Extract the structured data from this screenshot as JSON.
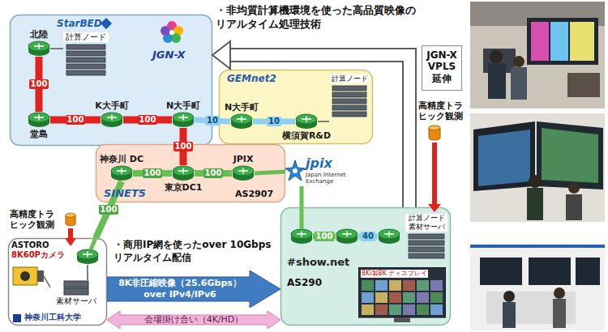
{
  "diagram": {
    "nodes": [
      {
        "text": [
          "JGN-X"
        ]
      },
      {
        "text": [
          "北陸"
        ],
        "in": 0
      },
      {
        "text": [
          "計算ノード"
        ],
        "in": 0
      },
      {
        "text": [
          "堂島"
        ],
        "in": 0
      },
      {
        "text": [
          "K大手町"
        ],
        "in": 0
      },
      {
        "text": [
          "N大手町"
        ],
        "in": 0
      },
      {
        "text": [
          "GEMnet2"
        ]
      },
      {
        "text": [
          "N大手町"
        ],
        "in": 6
      },
      {
        "text": [
          "横須賀R&D"
        ],
        "in": 6
      },
      {
        "text": [
          "計算ノード"
        ],
        "in": 6
      },
      {
        "text": [
          "SINET5",
          "AS2907"
        ]
      },
      {
        "text": [
          "神奈川 DC"
        ],
        "in": 10
      },
      {
        "text": [
          "東京DC1"
        ],
        "in": 10
      },
      {
        "text": [
          "JPIX"
        ],
        "in": 10
      },
      {
        "text": [
          "jpix",
          "Japan Internet Exchange"
        ]
      },
      {
        "text": [
          "#show.net",
          "AS290"
        ]
      },
      {
        "text": [
          "計算ノード",
          "素材サーバ"
        ],
        "in": 15
      },
      {
        "text": [
          "8Ki製8K ディスプレイ"
        ],
        "in": 15
      },
      {
        "text": [
          "ASTORO",
          "8K60Pカメラ",
          "神奈川工科大学"
        ]
      },
      {
        "text": [
          "素材サーバ"
        ],
        "in": 18
      },
      {
        "text": [
          "JGN-X VPLS 延伸"
        ]
      },
      {
        "text": [
          "8K非圧縮映像（25.6Gbps） over IPv4/IPv6"
        ]
      },
      {
        "text": [
          "会場掛け合い（4K/HD）"
        ]
      }
    ],
    "edges": [
      {
        "from": 1,
        "to": 3,
        "label": "100",
        "arrow": "none"
      },
      {
        "from": 1,
        "to": 2,
        "arrow": "none"
      },
      {
        "from": 3,
        "to": 4,
        "label": "100",
        "arrow": "none"
      },
      {
        "from": 4,
        "to": 5,
        "label": "100",
        "arrow": "none"
      },
      {
        "from": 5,
        "to": 7,
        "label": "10",
        "arrow": "none"
      },
      {
        "from": 7,
        "to": 8,
        "label": "10",
        "arrow": "none"
      },
      {
        "from": 8,
        "to": 9,
        "arrow": "none"
      },
      {
        "from": 5,
        "to": 12,
        "label": "100",
        "arrow": "none"
      },
      {
        "from": 11,
        "to": 12,
        "label": "100",
        "arrow": "none"
      },
      {
        "from": 12,
        "to": 13,
        "label": "100",
        "arrow": "none"
      },
      {
        "from": 13,
        "to": 14,
        "arrow": "none"
      },
      {
        "from": 11,
        "to": 18,
        "label": "100",
        "arrow": "none"
      },
      {
        "from": 14,
        "to": 15,
        "arrow": "none"
      },
      {
        "from": 15,
        "to": 0,
        "arrow": "to"
      }
    ],
    "labels": [
      "・非均質計算機環境を使った高品質映像の リアルタイム処理技術",
      "StarBED",
      "高精度トラヒック観測",
      "高精度トラヒック観測",
      "・商用IP網を使ったover 10Gbpsリアルタイム配信",
      "100",
      "40"
    ]
  }
}
